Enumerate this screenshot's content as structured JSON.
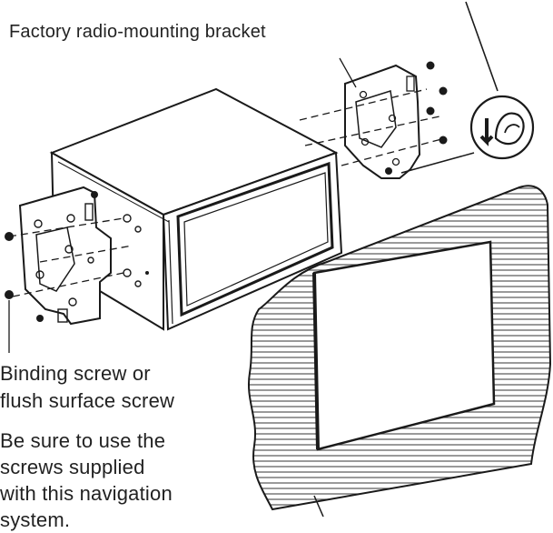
{
  "labels": {
    "factory_bracket": "Factory radio-mounting bracket",
    "screw_line1": "Binding screw or",
    "screw_line2": "flush surface screw",
    "note_line1": "Be sure to use the",
    "note_line2": "screws supplied",
    "note_line3": "with this navigation",
    "note_line4": "system."
  },
  "colors": {
    "stroke": "#1a1a1a",
    "hatch": "#444444",
    "fill_light": "#ffffff",
    "shade": "#d9d9d9"
  },
  "icons": {
    "callout": "clip-bend-detail-icon",
    "screws": "screw-icon"
  }
}
